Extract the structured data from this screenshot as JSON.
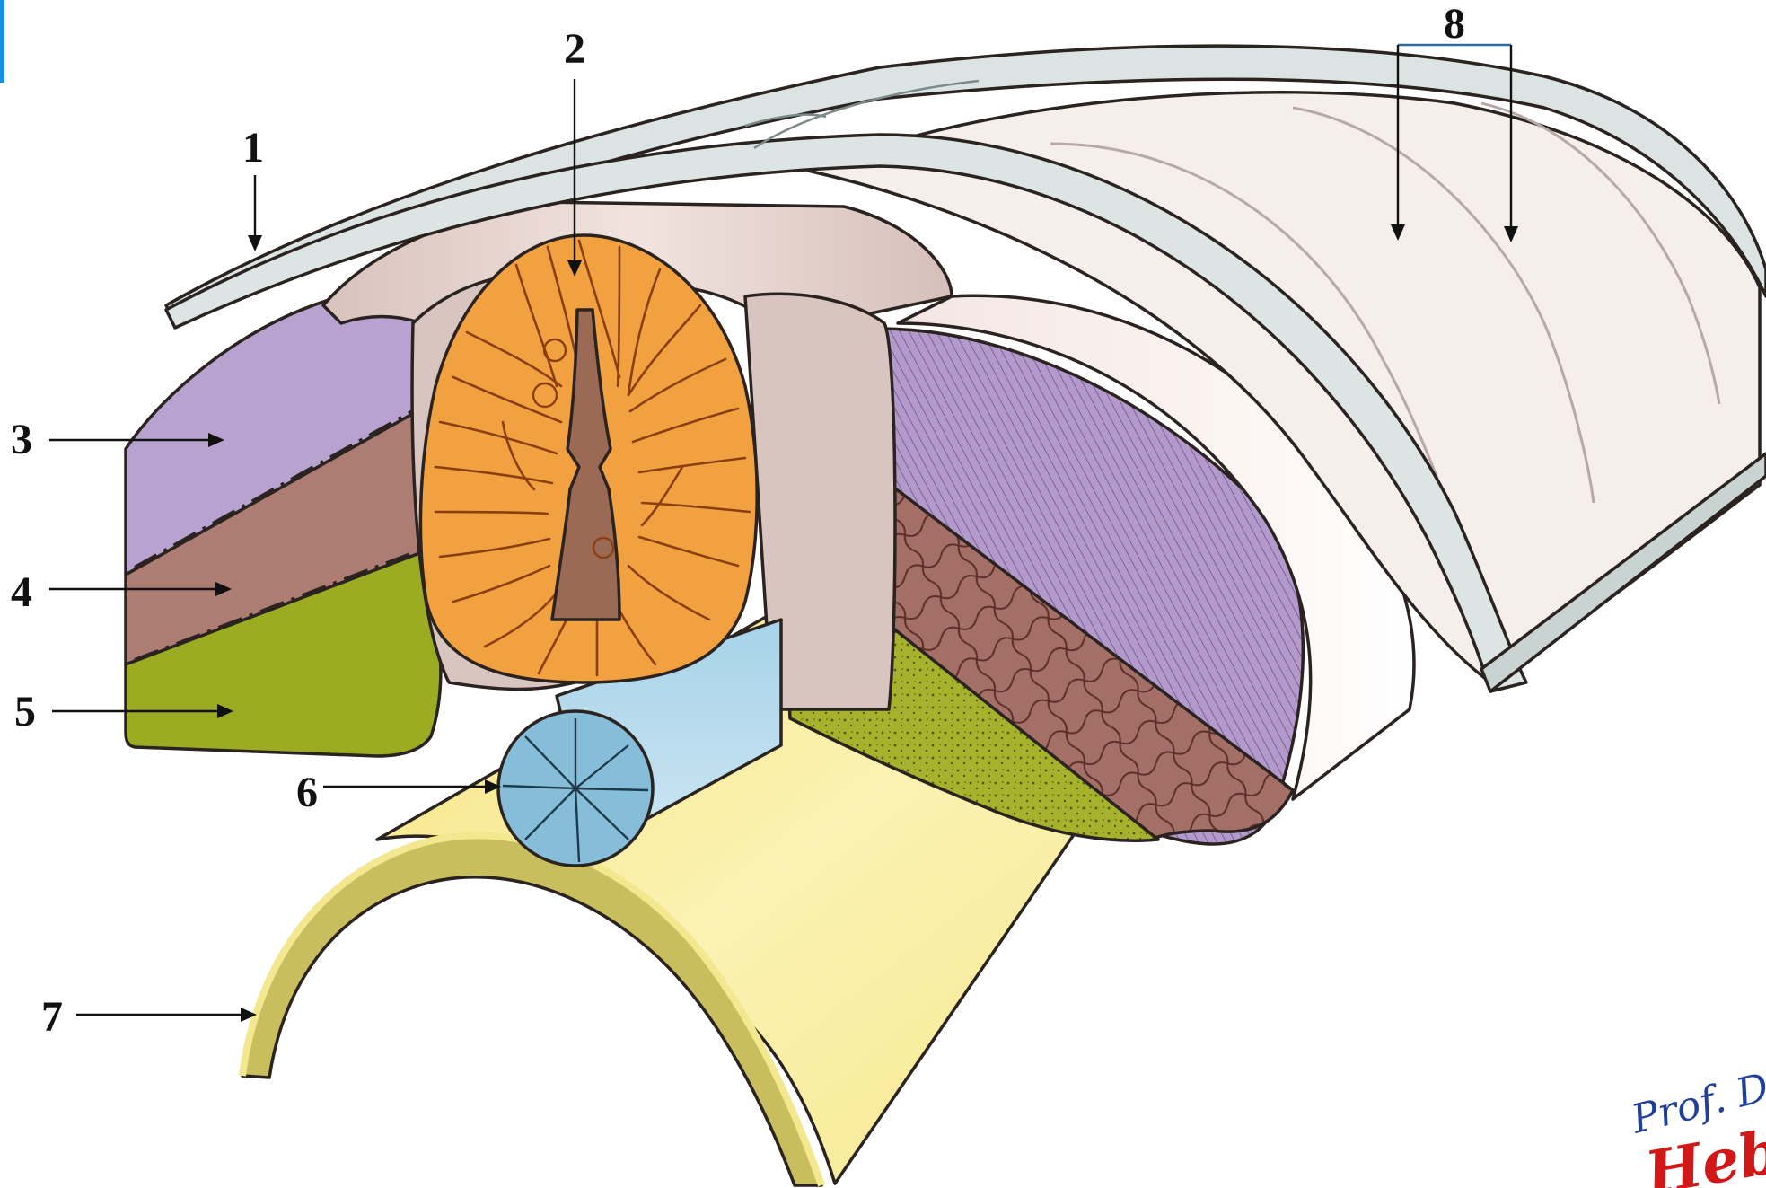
{
  "labels": [
    {
      "id": "1",
      "text": "1"
    },
    {
      "id": "2",
      "text": "2"
    },
    {
      "id": "3",
      "text": "3"
    },
    {
      "id": "4",
      "text": "4"
    },
    {
      "id": "5",
      "text": "5"
    },
    {
      "id": "6",
      "text": "6"
    },
    {
      "id": "7",
      "text": "7"
    },
    {
      "id": "8",
      "text": "8"
    }
  ],
  "watermark": {
    "line1": "Prof. Dr",
    "line2": "Heba"
  },
  "colors": {
    "outer_membrane": "#dbe4e2",
    "sheath": "#e8d6d2",
    "cord": "#f2a140",
    "cord_fibers": "#8a3f10",
    "lavender_layer": "#b6a0cf",
    "brown_layer": "#ad7a72",
    "green_layer": "#9aa828",
    "blue_tube": "#86bdd8",
    "yellow_sheet": "#f7e98f",
    "olive_edge": "#c2b85a",
    "accent_bar": "#1a8ee0"
  }
}
